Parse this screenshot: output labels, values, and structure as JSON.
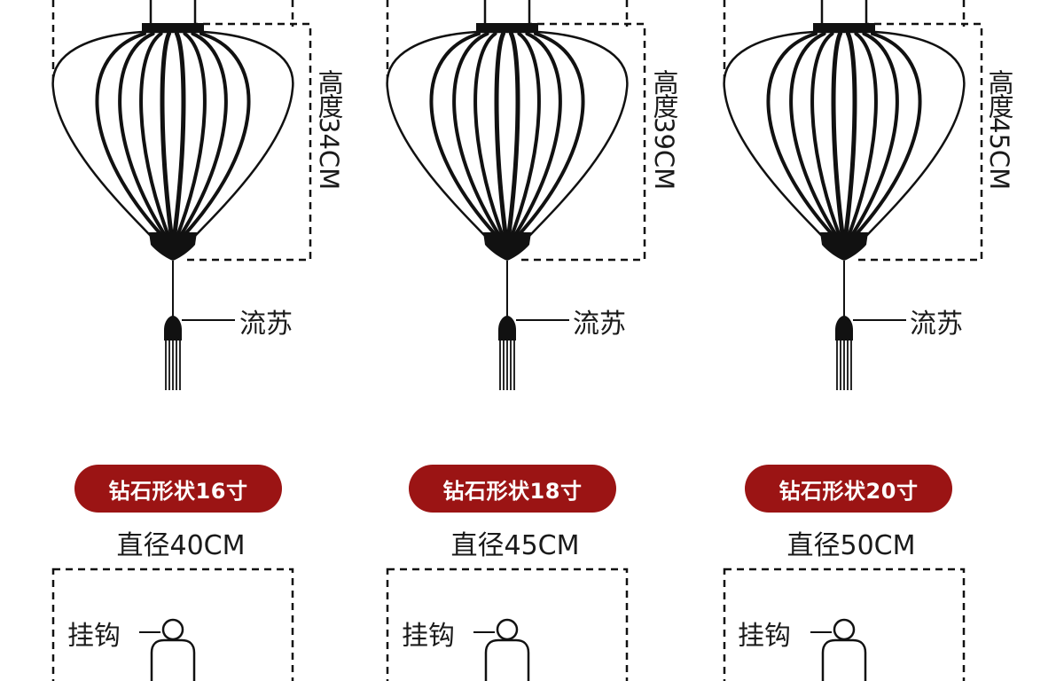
{
  "labels": {
    "tassel": "流苏",
    "hook": "挂钩",
    "height_prefix": "高度"
  },
  "colors": {
    "badge_bg": "#9b1414",
    "line": "#111111"
  },
  "lanterns": [
    {
      "height_value": "34CM",
      "size_label": "钻石形状16寸",
      "diameter_label": "直径40CM"
    },
    {
      "height_value": "39CM",
      "size_label": "钻石形状18寸",
      "diameter_label": "直径45CM"
    },
    {
      "height_value": "45CM",
      "size_label": "钻石形状20寸",
      "diameter_label": "直径50CM"
    }
  ]
}
